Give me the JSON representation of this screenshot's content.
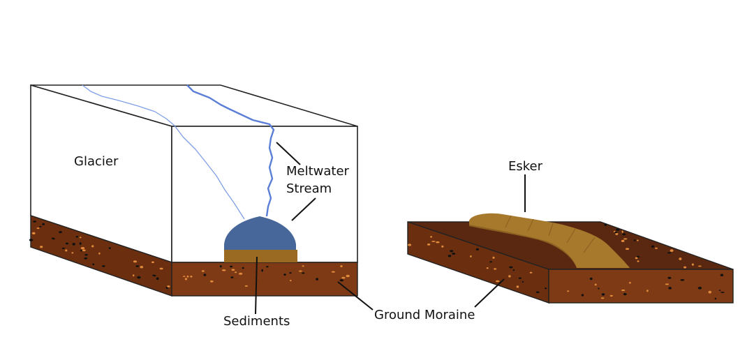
{
  "labels": {
    "glacier": "Glacier",
    "meltwater_line1": "Meltwater",
    "meltwater_line2": "Stream",
    "sediments": "Sediments",
    "ground_moraine": "Ground Moraine",
    "esker": "Esker"
  },
  "colors": {
    "soil_dark": "#6b2f10",
    "soil_mid": "#7e3a14",
    "soil_light": "#8a4418",
    "sediment": "#9a6a22",
    "esker_top": "#a7792c",
    "esker_side": "#8c6222",
    "tunnel": "#47679b",
    "stream_main": "#5b7fd6",
    "stream_thin": "#7f9fe6",
    "outline": "#222222",
    "speck_orange": "#e08a3c",
    "speck_black": "#111111"
  }
}
